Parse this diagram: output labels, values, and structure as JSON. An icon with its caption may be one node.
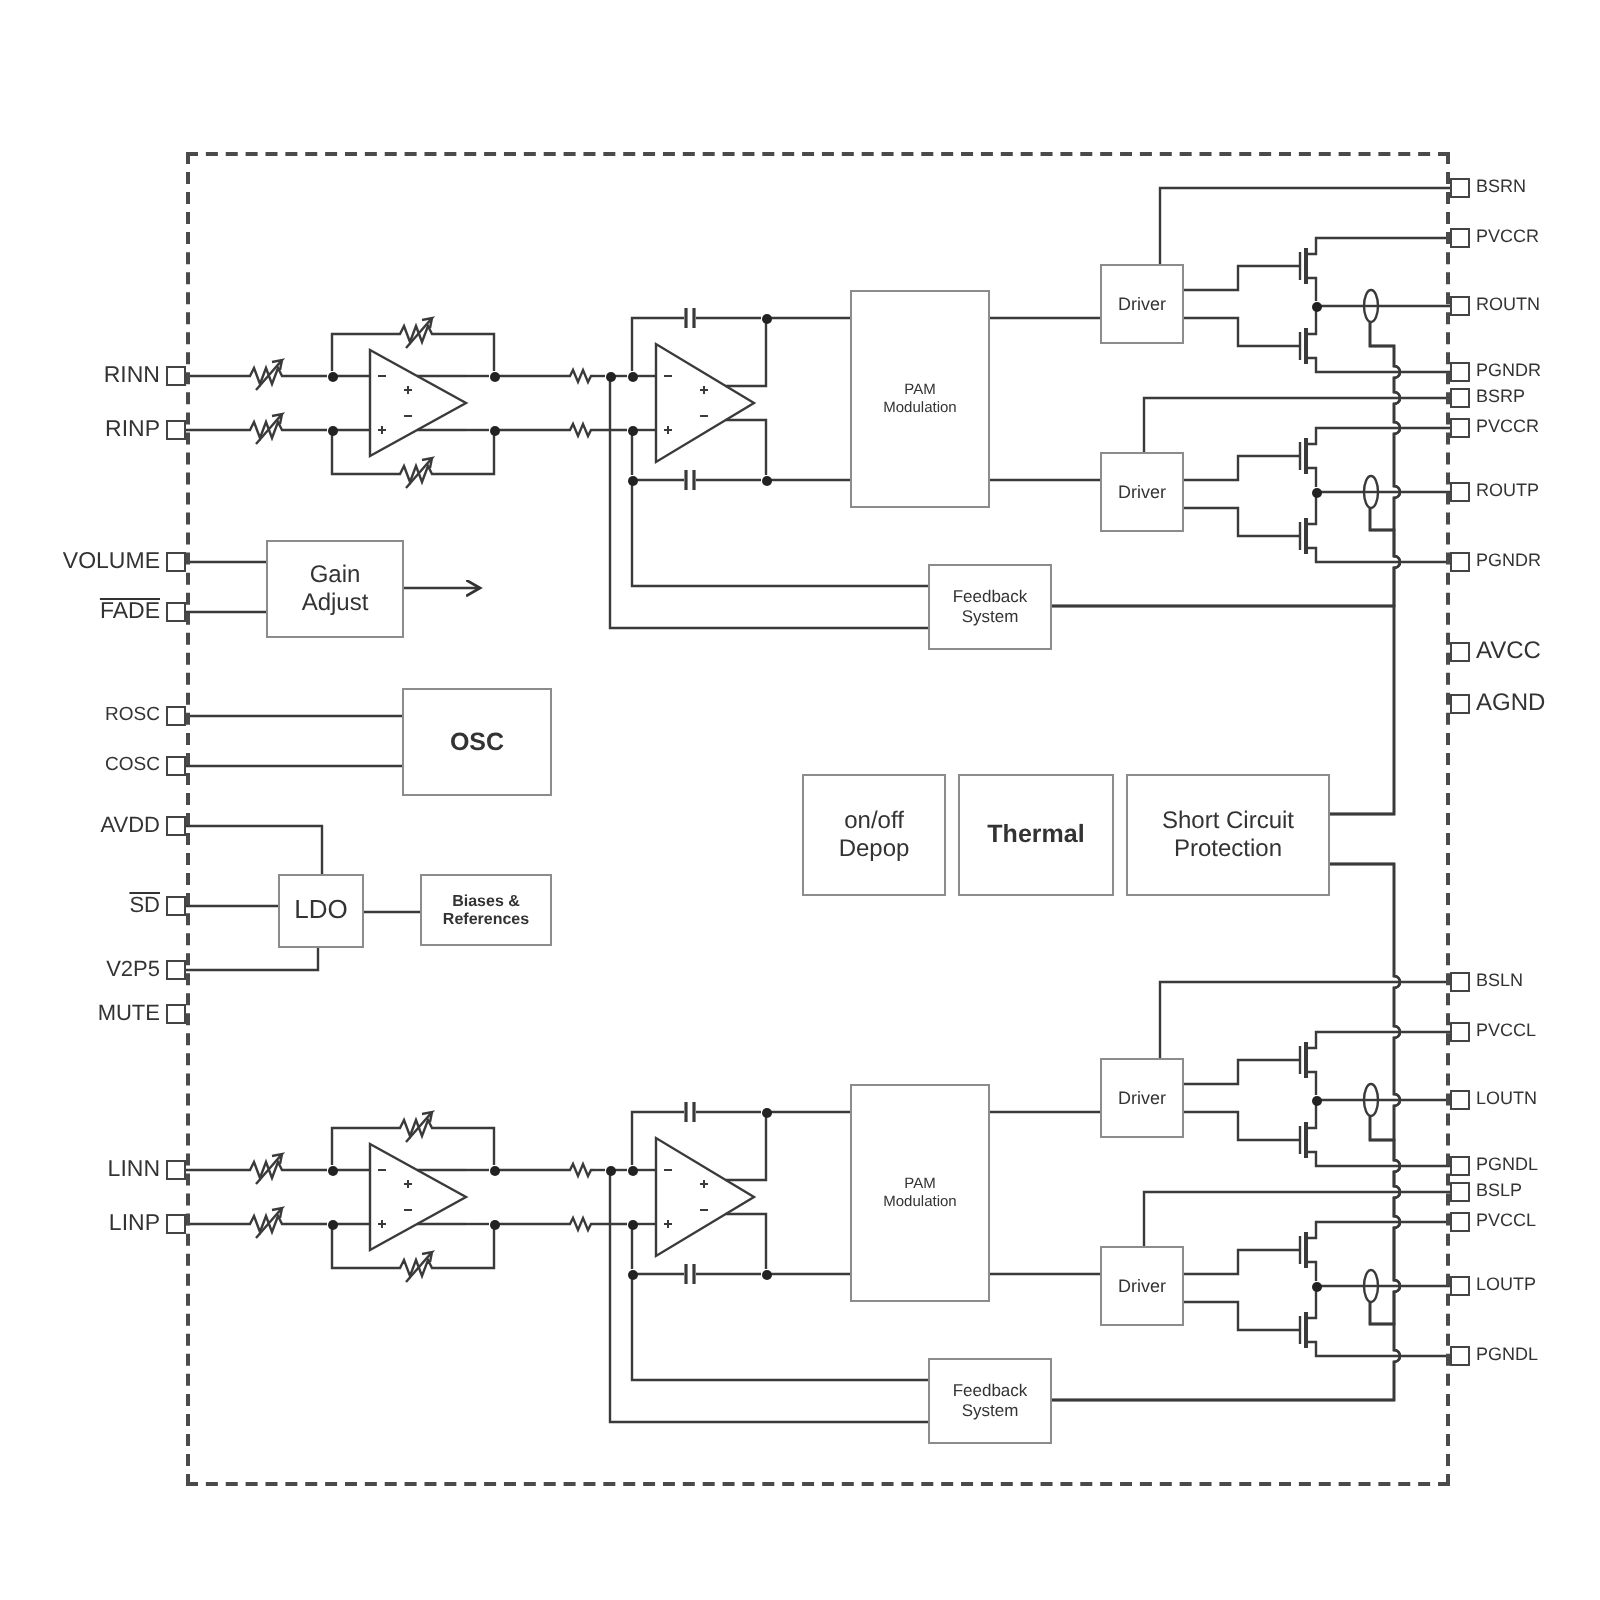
{
  "diagram": {
    "nodes": [
      {
        "text": [],
        "shape": "box"
      },
      {
        "text": [
          "RINN"
        ]
      },
      {
        "text": [
          "RINP"
        ]
      },
      {
        "text": [
          "VOLUME"
        ]
      },
      {
        "text": [
          "FADE"
        ]
      },
      {
        "text": [
          "ROSC"
        ]
      },
      {
        "text": [
          "COSC"
        ]
      },
      {
        "text": [
          "AVDD"
        ]
      },
      {
        "text": [
          "SD"
        ]
      },
      {
        "text": [
          "V2P5"
        ]
      },
      {
        "text": [
          "MUTE"
        ]
      },
      {
        "text": [
          "LINN"
        ]
      },
      {
        "text": [
          "LINP"
        ]
      },
      {
        "text": [
          "PAM Modulation"
        ],
        "in": 0
      },
      {
        "text": [
          "Driver"
        ],
        "in": 0
      },
      {
        "text": [
          "Driver"
        ],
        "in": 0
      },
      {
        "text": [
          "Feedback System"
        ],
        "in": 0
      },
      {
        "text": [
          "Gain Adjust"
        ],
        "in": 0
      },
      {
        "text": [
          "OSC"
        ],
        "in": 0
      },
      {
        "text": [
          "LDO"
        ],
        "in": 0
      },
      {
        "text": [
          "Biases & References"
        ],
        "in": 0
      },
      {
        "text": [
          "on/off Depop"
        ],
        "in": 0
      },
      {
        "text": [
          "Thermal"
        ],
        "in": 0
      },
      {
        "text": [
          "Short Circuit Protection"
        ],
        "in": 0
      },
      {
        "text": [
          "PAM Modulation"
        ],
        "in": 0
      },
      {
        "text": [
          "Driver"
        ],
        "in": 0
      },
      {
        "text": [
          "Driver"
        ],
        "in": 0
      },
      {
        "text": [
          "Feedback System"
        ],
        "in": 0
      },
      {
        "text": [
          "BSRN"
        ]
      },
      {
        "text": [
          "PVCCR"
        ]
      },
      {
        "text": [
          "ROUTN"
        ]
      },
      {
        "text": [
          "PGNDR"
        ]
      },
      {
        "text": [
          "BSRP"
        ]
      },
      {
        "text": [
          "PVCCR"
        ]
      },
      {
        "text": [
          "ROUTP"
        ]
      },
      {
        "text": [
          "PGNDR"
        ]
      },
      {
        "text": [
          "AVCC"
        ]
      },
      {
        "text": [
          "AGND"
        ]
      },
      {
        "text": [
          "BSLN"
        ]
      },
      {
        "text": [
          "PVCCL"
        ]
      },
      {
        "text": [
          "LOUTN"
        ]
      },
      {
        "text": [
          "PGNDL"
        ]
      },
      {
        "text": [
          "BSLP"
        ]
      },
      {
        "text": [
          "PVCCL"
        ]
      },
      {
        "text": [
          "LOUTP"
        ]
      },
      {
        "text": [
          "PGNDL"
        ]
      },
      {
        "text": [],
        "shape": "potentiometer",
        "in": 0
      },
      {
        "text": [],
        "shape": "potentiometer",
        "in": 0
      },
      {
        "text": [],
        "shape": "dot",
        "in": 0
      },
      {
        "text": [],
        "shape": "dot",
        "in": 0
      },
      {
        "text": [],
        "shape": "potentiometer",
        "in": 0
      },
      {
        "text": [],
        "shape": "triangle",
        "in": 0
      },
      {
        "text": [],
        "shape": "potentiometer",
        "in": 0
      },
      {
        "text": [],
        "shape": "dot",
        "in": 0
      },
      {
        "text": [],
        "shape": "dot",
        "in": 0
      },
      {
        "text": [],
        "shape": "resistor",
        "in": 0
      },
      {
        "text": [],
        "shape": "resistor",
        "in": 0
      },
      {
        "text": [],
        "shape": "dot",
        "in": 0
      },
      {
        "text": [],
        "shape": "dot",
        "in": 0
      },
      {
        "text": [],
        "shape": "dot",
        "in": 0
      },
      {
        "text": [],
        "shape": "dot",
        "in": 0
      },
      {
        "text": [],
        "shape": "triangle",
        "in": 0
      },
      {
        "text": [],
        "shape": "capacitor",
        "in": 0
      },
      {
        "text": [],
        "shape": "capacitor",
        "in": 0
      },
      {
        "text": [],
        "shape": "dot",
        "in": 0
      },
      {
        "text": [],
        "shape": "dot",
        "in": 0
      },
      {
        "text": [],
        "shape": "transistor",
        "in": 0
      },
      {
        "text": [],
        "shape": "transistor",
        "in": 0
      },
      {
        "text": [],
        "shape": "dot",
        "in": 0
      },
      {
        "text": [],
        "shape": "oval",
        "in": 0
      },
      {
        "text": [],
        "shape": "transistor",
        "in": 0
      },
      {
        "text": [],
        "shape": "transistor",
        "in": 0
      },
      {
        "text": [],
        "shape": "dot",
        "in": 0
      },
      {
        "text": [],
        "shape": "oval",
        "in": 0
      },
      {
        "text": [],
        "shape": "potentiometer",
        "in": 0
      },
      {
        "text": [],
        "shape": "potentiometer",
        "in": 0
      },
      {
        "text": [],
        "shape": "dot",
        "in": 0
      },
      {
        "text": [],
        "shape": "dot",
        "in": 0
      },
      {
        "text": [],
        "shape": "potentiometer",
        "in": 0
      },
      {
        "text": [],
        "shape": "triangle",
        "in": 0
      },
      {
        "text": [],
        "shape": "potentiometer",
        "in": 0
      },
      {
        "text": [],
        "shape": "dot",
        "in": 0
      },
      {
        "text": [],
        "shape": "dot",
        "in": 0
      },
      {
        "text": [],
        "shape": "resistor",
        "in": 0
      },
      {
        "text": [],
        "shape": "resistor",
        "in": 0
      },
      {
        "text": [],
        "shape": "dot",
        "in": 0
      },
      {
        "text": [],
        "shape": "dot",
        "in": 0
      },
      {
        "text": [],
        "shape": "dot",
        "in": 0
      },
      {
        "text": [],
        "shape": "dot",
        "in": 0
      },
      {
        "text": [],
        "shape": "triangle",
        "in": 0
      },
      {
        "text": [],
        "shape": "capacitor",
        "in": 0
      },
      {
        "text": [],
        "shape": "capacitor",
        "in": 0
      },
      {
        "text": [],
        "shape": "dot",
        "in": 0
      },
      {
        "text": [],
        "shape": "dot",
        "in": 0
      },
      {
        "text": [],
        "shape": "transistor",
        "in": 0
      },
      {
        "text": [],
        "shape": "transistor",
        "in": 0
      },
      {
        "text": [],
        "shape": "dot",
        "in": 0
      },
      {
        "text": [],
        "shape": "oval",
        "in": 0
      },
      {
        "text": [],
        "shape": "transistor",
        "in": 0
      },
      {
        "text": [],
        "shape": "transistor",
        "in": 0
      },
      {
        "text": [],
        "shape": "dot",
        "in": 0
      },
      {
        "text": [],
        "shape": "oval",
        "in": 0
      }
    ],
    "edges": [
      {
        "from": 3,
        "to": 17,
        "arrow": "none"
      },
      {
        "from": 4,
        "to": 17,
        "arrow": "none"
      },
      {
        "from": 17,
        "to": null,
        "arrow": "to"
      },
      {
        "from": 5,
        "to": 18,
        "arrow": "none"
      },
      {
        "from": 6,
        "to": 18,
        "arrow": "none"
      },
      {
        "from": 7,
        "to": 19,
        "arrow": "none"
      },
      {
        "from": 8,
        "to": 19,
        "arrow": "none"
      },
      {
        "from": 9,
        "to": 19,
        "arrow": "none"
      },
      {
        "from": 19,
        "to": 20,
        "arrow": "none"
      },
      {
        "from": 1,
        "to": 46,
        "arrow": "none"
      },
      {
        "from": 2,
        "to": 47,
        "arrow": "none"
      },
      {
        "from": 46,
        "to": 48,
        "arrow": "none"
      },
      {
        "from": 48,
        "to": 51,
        "arrow": "none"
      },
      {
        "from": 48,
        "to": 50,
        "arrow": "none"
      },
      {
        "from": 47,
        "to": 49,
        "arrow": "none"
      },
      {
        "from": 49,
        "to": 51,
        "arrow": "none"
      },
      {
        "from": 49,
        "to": 52,
        "arrow": "none"
      },
      {
        "from": 51,
        "to": 53,
        "arrow": "none"
      },
      {
        "from": 50,
        "to": 53,
        "arrow": "none"
      },
      {
        "from": 53,
        "to": 55,
        "arrow": "none"
      },
      {
        "from": 51,
        "to": 54,
        "arrow": "none"
      },
      {
        "from": 52,
        "to": 54,
        "arrow": "none"
      },
      {
        "from": 54,
        "to": 56,
        "arrow": "none"
      },
      {
        "from": 55,
        "to": 57,
        "arrow": "none"
      },
      {
        "from": 57,
        "to": 58,
        "arrow": "none"
      },
      {
        "from": 57,
        "to": 16,
        "arrow": "none"
      },
      {
        "from": 58,
        "to": 61,
        "arrow": "none"
      },
      {
        "from": 58,
        "to": 62,
        "arrow": "none"
      },
      {
        "from": 56,
        "to": 59,
        "arrow": "none"
      },
      {
        "from": 59,
        "to": 61,
        "arrow": "none"
      },
      {
        "from": 59,
        "to": 60,
        "arrow": "none"
      },
      {
        "from": 63,
        "to": 60,
        "arrow": "none"
      },
      {
        "from": 60,
        "to": 16,
        "arrow": "none"
      },
      {
        "from": 61,
        "to": 64,
        "arrow": "none"
      },
      {
        "from": 62,
        "to": 64,
        "arrow": "none"
      },
      {
        "from": 64,
        "to": 13,
        "arrow": "none"
      },
      {
        "from": 61,
        "to": 65,
        "arrow": "none"
      },
      {
        "from": 63,
        "to": 65,
        "arrow": "none"
      },
      {
        "from": 65,
        "to": 13,
        "arrow": "none"
      },
      {
        "from": 13,
        "to": 14,
        "arrow": "none"
      },
      {
        "from": 13,
        "to": 15,
        "arrow": "none"
      },
      {
        "from": 28,
        "to": 14,
        "arrow": "none"
      },
      {
        "from": 32,
        "to": 15,
        "arrow": "none"
      },
      {
        "from": 14,
        "to": 66,
        "arrow": "none"
      },
      {
        "from": 14,
        "to": 67,
        "arrow": "none"
      },
      {
        "from": 66,
        "to": 29,
        "arrow": "none"
      },
      {
        "from": 66,
        "to": 68,
        "arrow": "none"
      },
      {
        "from": 67,
        "to": 68,
        "arrow": "none"
      },
      {
        "from": 68,
        "to": 69,
        "arrow": "none"
      },
      {
        "from": 69,
        "to": 30,
        "arrow": "none"
      },
      {
        "from": 67,
        "to": 31,
        "arrow": "none"
      },
      {
        "from": 15,
        "to": 70,
        "arrow": "none"
      },
      {
        "from": 15,
        "to": 71,
        "arrow": "none"
      },
      {
        "from": 70,
        "to": 33,
        "arrow": "none"
      },
      {
        "from": 70,
        "to": 72,
        "arrow": "none"
      },
      {
        "from": 71,
        "to": 72,
        "arrow": "none"
      },
      {
        "from": 72,
        "to": 73,
        "arrow": "none"
      },
      {
        "from": 73,
        "to": 34,
        "arrow": "none"
      },
      {
        "from": 71,
        "to": 35,
        "arrow": "none"
      },
      {
        "from": 69,
        "to": 73,
        "arrow": "none"
      },
      {
        "from": 69,
        "to": 16,
        "arrow": "none"
      },
      {
        "from": 69,
        "to": 23,
        "arrow": "none"
      },
      {
        "from": 73,
        "to": 16,
        "arrow": "none"
      },
      {
        "from": 73,
        "to": 23,
        "arrow": "none"
      },
      {
        "from": 16,
        "to": 23,
        "arrow": "none"
      },
      {
        "from": 11,
        "to": 74,
        "arrow": "none"
      },
      {
        "from": 12,
        "to": 75,
        "arrow": "none"
      },
      {
        "from": 74,
        "to": 76,
        "arrow": "none"
      },
      {
        "from": 76,
        "to": 79,
        "arrow": "none"
      },
      {
        "from": 76,
        "to": 78,
        "arrow": "none"
      },
      {
        "from": 75,
        "to": 77,
        "arrow": "none"
      },
      {
        "from": 77,
        "to": 79,
        "arrow": "none"
      },
      {
        "from": 77,
        "to": 80,
        "arrow": "none"
      },
      {
        "from": 79,
        "to": 81,
        "arrow": "none"
      },
      {
        "from": 78,
        "to": 81,
        "arrow": "none"
      },
      {
        "from": 81,
        "to": 83,
        "arrow": "none"
      },
      {
        "from": 79,
        "to": 82,
        "arrow": "none"
      },
      {
        "from": 80,
        "to": 82,
        "arrow": "none"
      },
      {
        "from": 82,
        "to": 84,
        "arrow": "none"
      },
      {
        "from": 83,
        "to": 85,
        "arrow": "none"
      },
      {
        "from": 85,
        "to": 86,
        "arrow": "none"
      },
      {
        "from": 85,
        "to": 27,
        "arrow": "none"
      },
      {
        "from": 86,
        "to": 89,
        "arrow": "none"
      },
      {
        "from": 86,
        "to": 90,
        "arrow": "none"
      },
      {
        "from": 84,
        "to": 87,
        "arrow": "none"
      },
      {
        "from": 87,
        "to": 89,
        "arrow": "none"
      },
      {
        "from": 87,
        "to": 88,
        "arrow": "none"
      },
      {
        "from": 91,
        "to": 88,
        "arrow": "none"
      },
      {
        "from": 88,
        "to": 27,
        "arrow": "none"
      },
      {
        "from": 89,
        "to": 92,
        "arrow": "none"
      },
      {
        "from": 90,
        "to": 92,
        "arrow": "none"
      },
      {
        "from": 92,
        "to": 24,
        "arrow": "none"
      },
      {
        "from": 89,
        "to": 93,
        "arrow": "none"
      },
      {
        "from": 91,
        "to": 93,
        "arrow": "none"
      },
      {
        "from": 93,
        "to": 24,
        "arrow": "none"
      },
      {
        "from": 24,
        "to": 25,
        "arrow": "none"
      },
      {
        "from": 24,
        "to": 26,
        "arrow": "none"
      },
      {
        "from": 38,
        "to": 25,
        "arrow": "none"
      },
      {
        "from": 42,
        "to": 26,
        "arrow": "none"
      },
      {
        "from": 25,
        "to": 94,
        "arrow": "none"
      },
      {
        "from": 25,
        "to": 95,
        "arrow": "none"
      },
      {
        "from": 94,
        "to": 39,
        "arrow": "none"
      },
      {
        "from": 94,
        "to": 96,
        "arrow": "none"
      },
      {
        "from": 95,
        "to": 96,
        "arrow": "none"
      },
      {
        "from": 96,
        "to": 97,
        "arrow": "none"
      },
      {
        "from": 97,
        "to": 40,
        "arrow": "none"
      },
      {
        "from": 95,
        "to": 41,
        "arrow": "none"
      },
      {
        "from": 26,
        "to": 98,
        "arrow": "none"
      },
      {
        "from": 26,
        "to": 99,
        "arrow": "none"
      },
      {
        "from": 98,
        "to": 43,
        "arrow": "none"
      },
      {
        "from": 98,
        "to": 100,
        "arrow": "none"
      },
      {
        "from": 99,
        "to": 100,
        "arrow": "none"
      },
      {
        "from": 100,
        "to": 101,
        "arrow": "none"
      },
      {
        "from": 101,
        "to": 44,
        "arrow": "none"
      },
      {
        "from": 99,
        "to": 45,
        "arrow": "none"
      },
      {
        "from": 97,
        "to": 101,
        "arrow": "none"
      },
      {
        "from": 97,
        "to": 27,
        "arrow": "none"
      },
      {
        "from": 97,
        "to": 23,
        "arrow": "none"
      },
      {
        "from": 101,
        "to": 27,
        "arrow": "none"
      },
      {
        "from": 101,
        "to": 23,
        "arrow": "none"
      },
      {
        "from": 27,
        "to": 23,
        "arrow": "none"
      }
    ]
  }
}
